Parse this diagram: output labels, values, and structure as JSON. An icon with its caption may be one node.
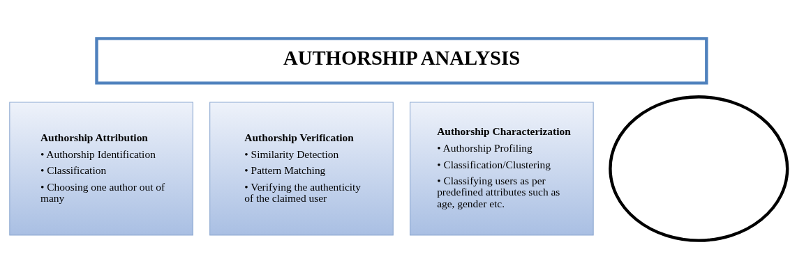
{
  "diagram": {
    "nodes": [
      {
        "text": [
          "AUTHORSHIP ANALYSIS"
        ]
      },
      {
        "text": [
          "Authorship Attribution",
          "• Authorship Identification",
          "• Classification",
          "• Choosing one author out of many"
        ]
      },
      {
        "text": [
          "Authorship Verification",
          "• Similarity Detection",
          "• Pattern Matching",
          "• Verifying the authenticity of the claimed user"
        ]
      },
      {
        "text": [
          "Authorship Characterization",
          "• Authorship Profiling",
          "• Classification/Clustering",
          "• Classifying users as per predefined attributes such as age, gender etc."
        ]
      },
      {
        "text": [],
        "shape": "circle"
      }
    ],
    "edges": []
  }
}
